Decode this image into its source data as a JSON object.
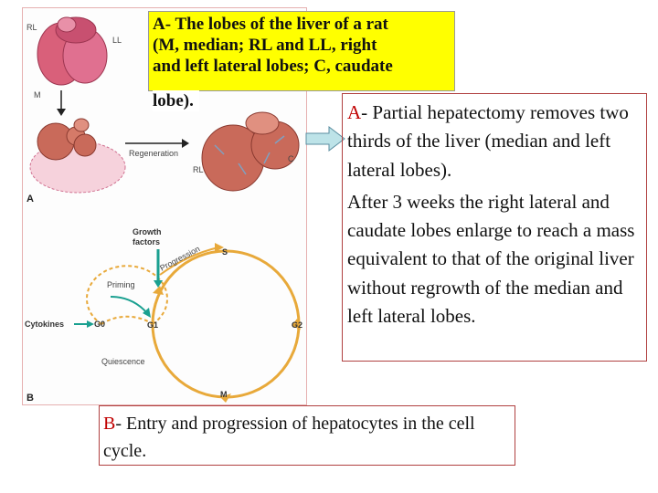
{
  "figure": {
    "liver_labels": {
      "rl": "RL",
      "ll": "LL",
      "m": "M",
      "c": "C",
      "rl2": "RL"
    },
    "regeneration_label": "Regeneration",
    "panel_a_letter": "A",
    "panel_b_letter": "B",
    "cycle": {
      "growth_factors": [
        "Growth",
        "factors"
      ],
      "progression": "Progression",
      "priming": "Priming",
      "cytokines": "Cytokines",
      "g0": "G0",
      "g1": "G1",
      "s": "S",
      "g2": "G2",
      "m": "M",
      "quiescence": "Quiescence"
    }
  },
  "caption_a_top": {
    "lines": [
      "A- The lobes of the liver of a rat",
      "(M, median; RL and LL, right",
      "and left lateral lobes; C, caudate"
    ],
    "overflow": "lobe)."
  },
  "caption_a_right": {
    "lead": "A",
    "para1_rest": "- Partial hepatectomy removes two thirds of the liver (median and left lateral lobes).",
    "para2": "After 3 weeks the right lateral and caudate lobes enlarge to reach a mass equivalent to that of the original liver without regrowth of the median and left lateral lobes."
  },
  "caption_b": {
    "lead": "B",
    "rest": "- Entry and progression of hepatocytes in the cell cycle."
  },
  "colors": {
    "liver_pink": "#d9607a",
    "liver_brown": "#c96a5a",
    "removed_pink": "#f6d2dc",
    "cycle_orange": "#e8a93a",
    "teal_arrow": "#1aa090",
    "caption_yellow": "#ffff00",
    "caption_border": "#b04040",
    "lead_red": "#c00000"
  }
}
